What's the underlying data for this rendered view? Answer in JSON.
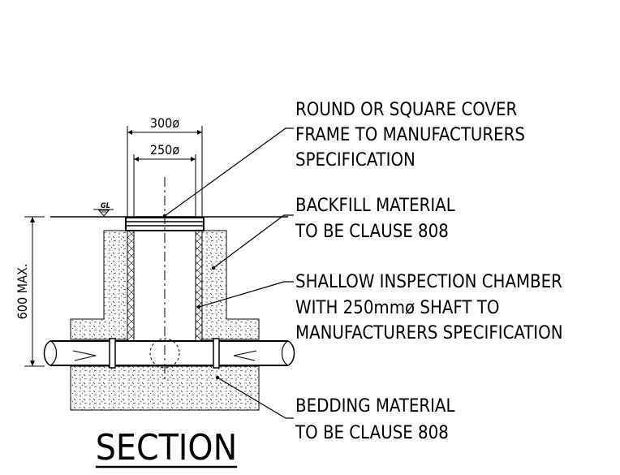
{
  "dimensions": {
    "cover_outer": "300ø",
    "shaft_inner": "250ø",
    "depth": "600 MAX.",
    "ground_level": "GL"
  },
  "annotations": [
    {
      "lines": [
        "ROUND OR SQUARE COVER",
        "FRAME TO MANUFACTURERS",
        "SPECIFICATION"
      ]
    },
    {
      "lines": [
        "BACKFILL MATERIAL",
        "TO BE CLAUSE 808"
      ]
    },
    {
      "lines": [
        "SHALLOW INSPECTION CHAMBER",
        "WITH 250mmø SHAFT TO",
        "MANUFACTURERS SPECIFICATION"
      ]
    },
    {
      "lines": [
        "BEDDING MATERIAL",
        "TO BE CLAUSE 808"
      ]
    }
  ],
  "title": "SECTION",
  "colors": {
    "ink": "#000000",
    "background": "#ffffff"
  }
}
